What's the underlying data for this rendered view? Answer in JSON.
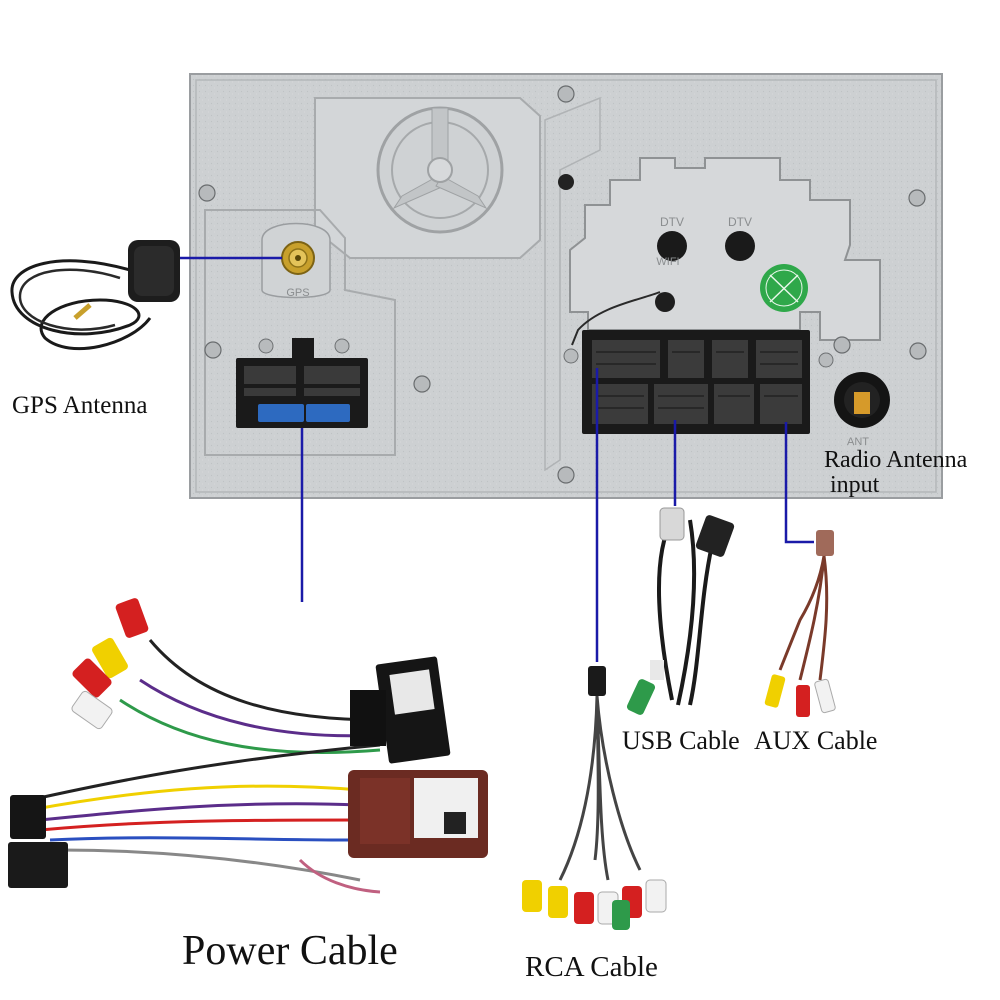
{
  "unit": {
    "labels": {
      "gps": "GPS",
      "wifi": "WIFI",
      "dtv_left": "DTV",
      "dtv_right": "DTV",
      "ant": "ANT"
    }
  },
  "callouts": {
    "gps_antenna": "GPS Antenna",
    "radio_antenna_line1": "Radio Antenna",
    "radio_antenna_line2": "input",
    "usb_cable": "USB Cable",
    "aux_cable": "AUX Cable",
    "power_cable": "Power Cable",
    "rca_cable": "RCA Cable"
  },
  "colors": {
    "leader_line": "#1a1aa8",
    "panel": "#cfd2d4",
    "rca_red": "#d42020",
    "rca_yellow": "#f0d000",
    "rca_white": "#f2f2f2",
    "rca_green": "#2e9a4a"
  }
}
